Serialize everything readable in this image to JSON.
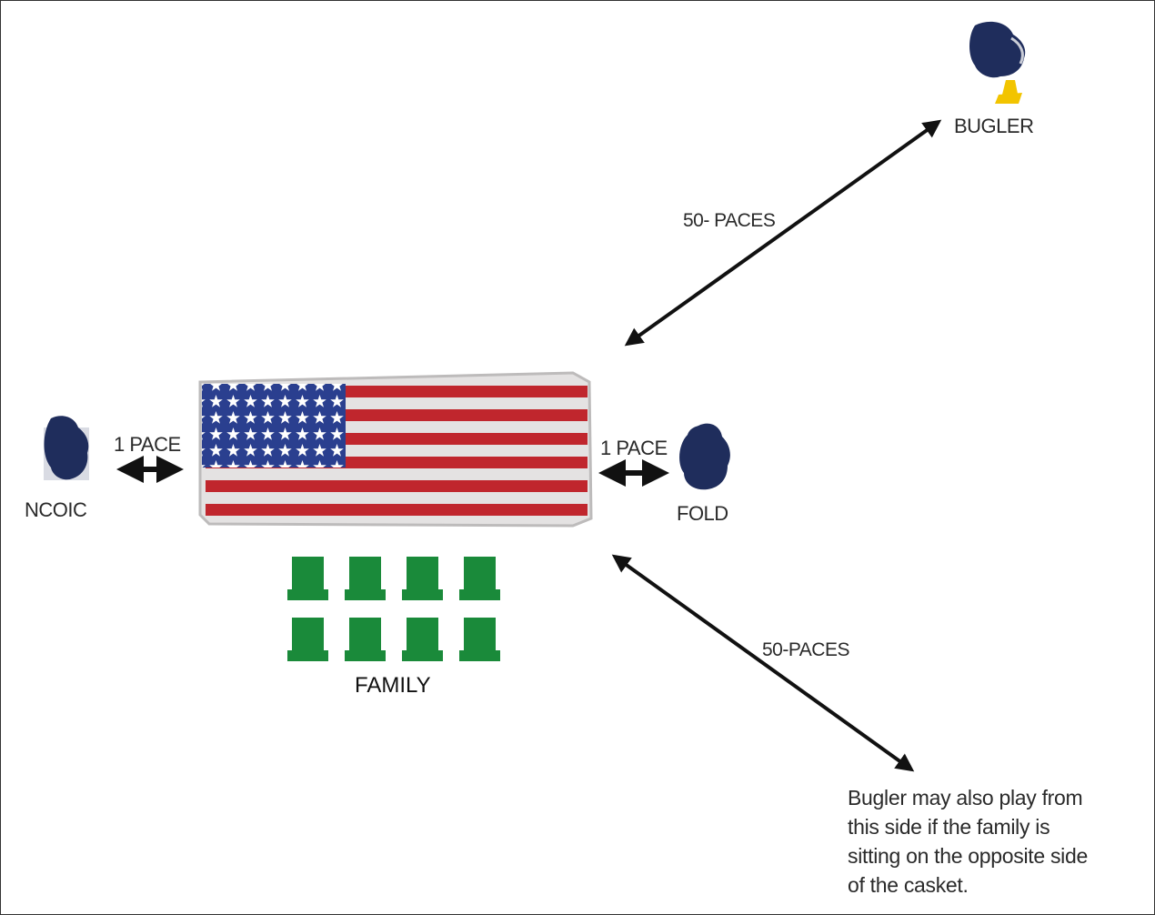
{
  "positions": {
    "bugler": "BUGLER",
    "ncoic": "NCOIC",
    "fold": "FOLD",
    "family": "FAMILY"
  },
  "distances": {
    "bugler_upper": "50- PACES",
    "bugler_lower": "50-PACES",
    "ncoic_pace": "1 PACE",
    "fold_pace": "1 PACE"
  },
  "note": {
    "lines": [
      "Bugler may also play from",
      "this side if the family is",
      "sitting on the opposite side",
      "of the casket."
    ]
  },
  "family_chairs": {
    "rows": 2,
    "per_row": 4
  },
  "colors": {
    "soldier": "#1f2d5c",
    "chair": "#1a8a3a",
    "flag_red": "#c0262d",
    "flag_blue": "#2a3f8f",
    "bugle": "#f2c400",
    "arrow": "#111111"
  },
  "icons": {
    "soldier": "soldier-head-icon",
    "chair": "chair-icon",
    "bugle": "bugle-icon",
    "casket": "flag-draped-casket"
  }
}
